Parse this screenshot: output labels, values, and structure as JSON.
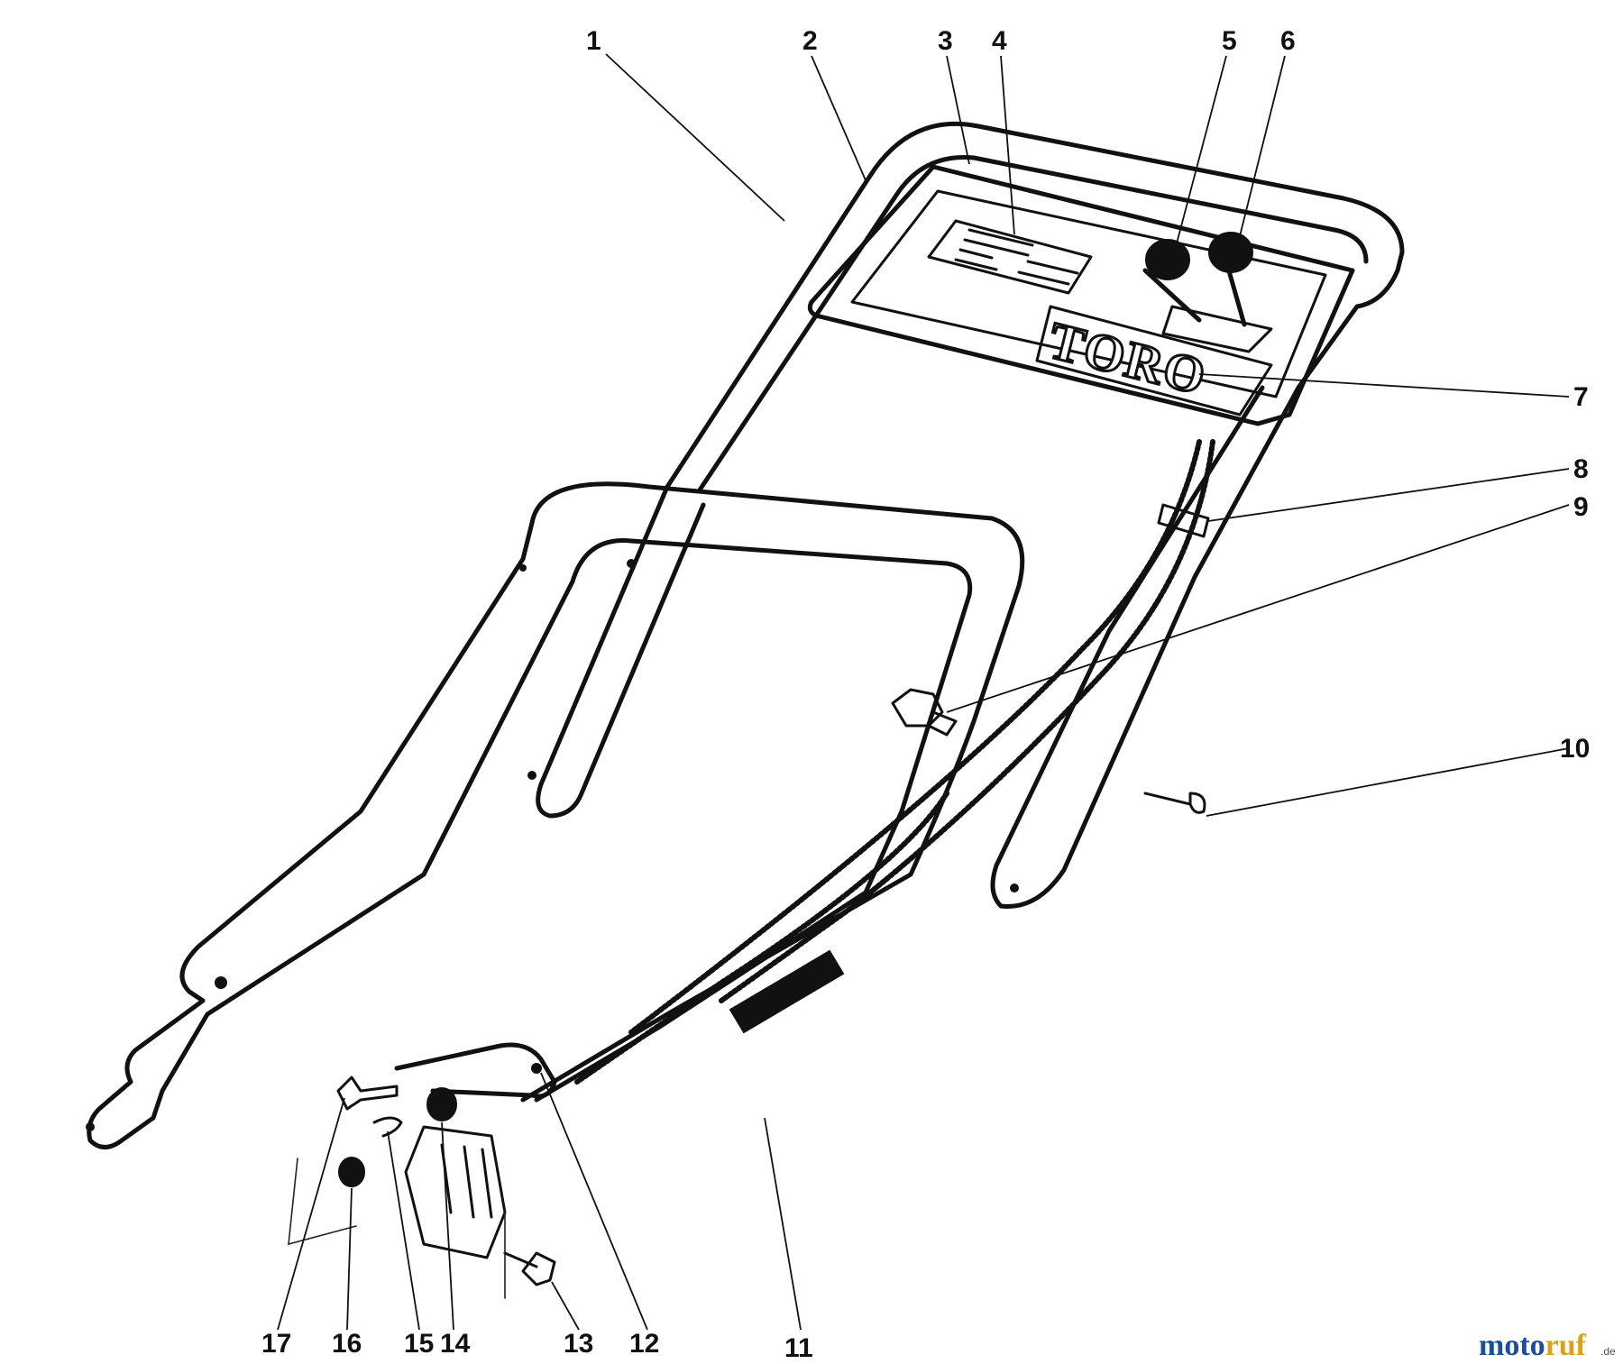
{
  "diagram": {
    "brand_logo": "TORO",
    "callouts": [
      "1",
      "2",
      "3",
      "4",
      "5",
      "6",
      "7",
      "8",
      "9",
      "10",
      "11",
      "12",
      "13",
      "14",
      "15",
      "16",
      "17"
    ]
  },
  "watermark": {
    "text_main": "motoruf",
    "text_tld": ".de",
    "colors": {
      "moto": "#1a4f9c",
      "ruf": "#d8a21c"
    }
  }
}
